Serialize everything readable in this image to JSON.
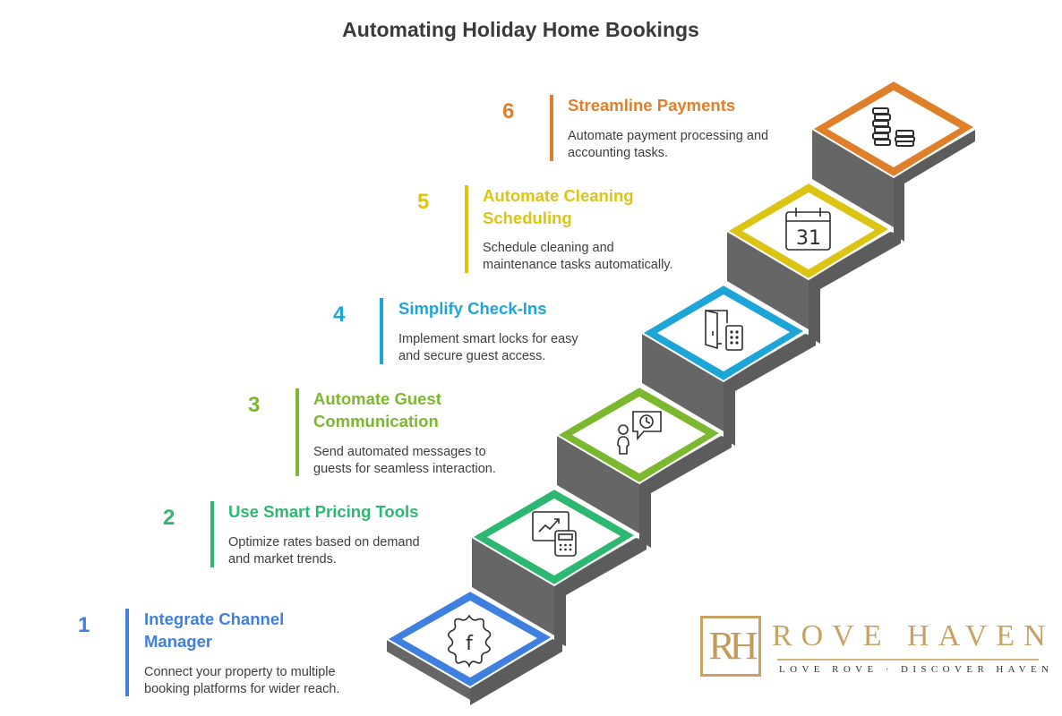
{
  "title": "Automating Holiday Home Bookings",
  "steps": [
    {
      "number": "1",
      "title_line1": "Integrate Channel",
      "title_line2": "Manager",
      "desc_line1": "Connect your property to multiple",
      "desc_line2": "booking platforms for wider reach.",
      "color": "#3f7fe0",
      "icon": "channel-manager-gear-f-icon"
    },
    {
      "number": "2",
      "title_line1": "Use Smart Pricing Tools",
      "title_line2": "",
      "desc_line1": "Optimize rates based on demand",
      "desc_line2": "and market trends.",
      "color": "#2db872",
      "icon": "pricing-chart-calculator-icon"
    },
    {
      "number": "3",
      "title_line1": "Automate Guest",
      "title_line2": "Communication",
      "desc_line1": "Send automated messages to",
      "desc_line2": "guests for seamless interaction.",
      "color": "#7cb82f",
      "icon": "person-message-clock-icon"
    },
    {
      "number": "4",
      "title_line1": "Simplify Check-Ins",
      "title_line2": "",
      "desc_line1": "Implement smart locks for easy",
      "desc_line2": "and secure guest access.",
      "color": "#1ea5d8",
      "icon": "door-smart-lock-icon"
    },
    {
      "number": "5",
      "title_line1": "Automate Cleaning",
      "title_line2": "Scheduling",
      "desc_line1": "Schedule cleaning and",
      "desc_line2": "maintenance tasks automatically.",
      "color": "#dcc414",
      "icon": "calendar-31-icon"
    },
    {
      "number": "6",
      "title_line1": "Streamline Payments",
      "title_line2": "",
      "desc_line1": "Automate payment processing and",
      "desc_line2": "accounting tasks.",
      "color": "#e07f2a",
      "icon": "coin-stacks-icon"
    }
  ],
  "calendar_day": "31",
  "channel_letter": "f",
  "logo": {
    "monogram": "RH",
    "name": "ROVE HAVEN",
    "tagline": "LOVE ROVE · DISCOVER HAVEN",
    "color": "#c9a162"
  },
  "colors": {
    "riser": "#666666",
    "riser_dark": "#5c5c5c",
    "title_text": "#3a3a3a",
    "body_text": "#3d3d3d"
  }
}
